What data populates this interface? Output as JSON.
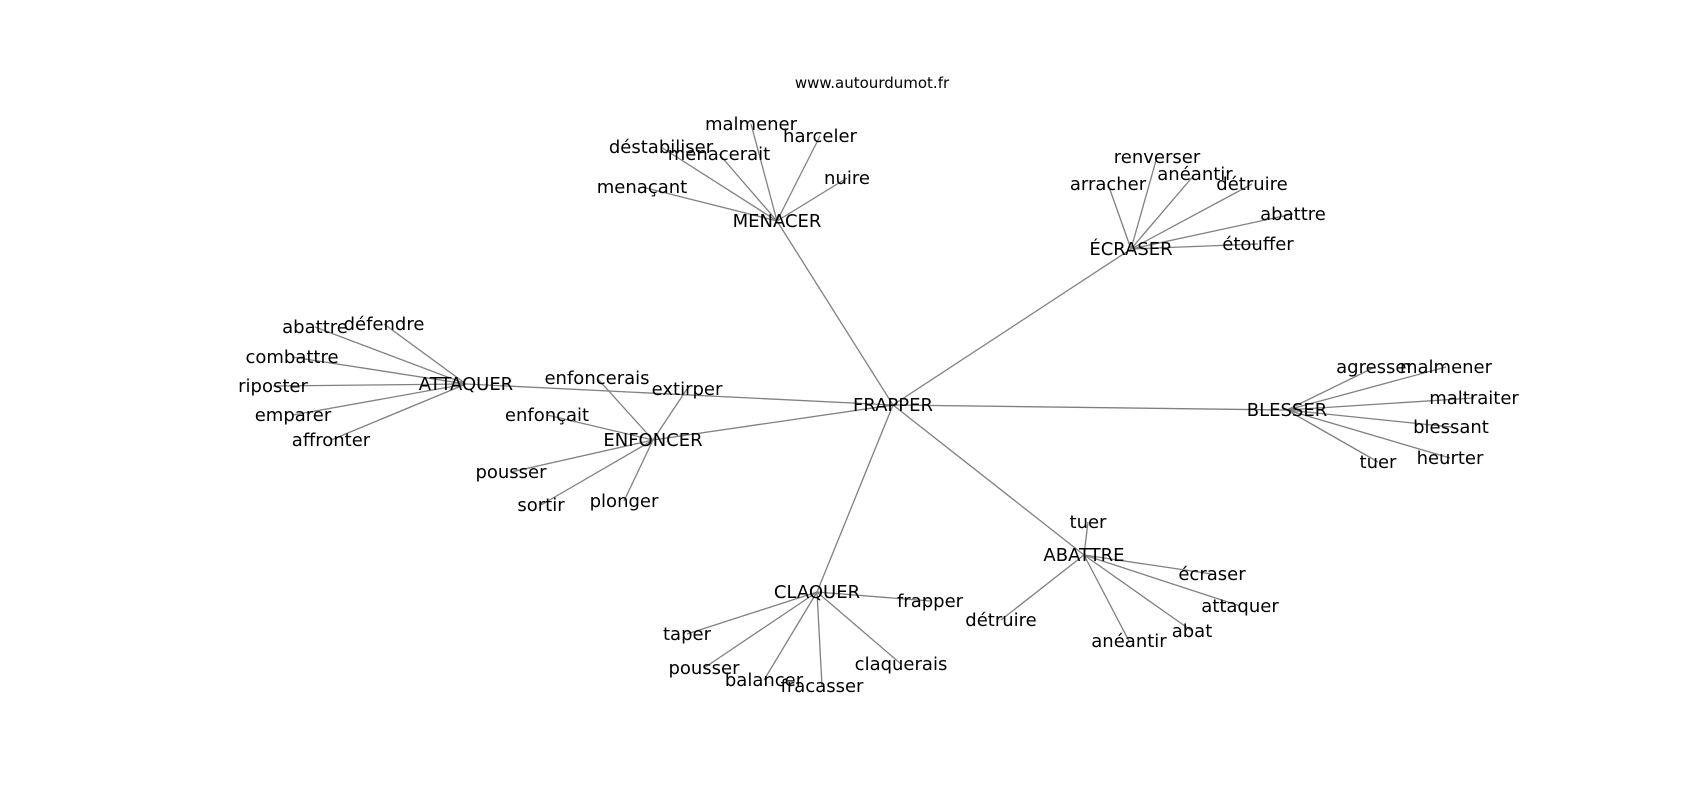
{
  "source": "www.autourdumot.fr",
  "colors": {
    "edge": "#808080",
    "text": "#000000",
    "background": "#ffffff"
  },
  "center": "FRAPPER",
  "clusters": [
    {
      "hub": "MENACER",
      "leaves": [
        "malmener",
        "déstabiliser",
        "menacerait",
        "harceler",
        "nuire",
        "menaçant"
      ]
    },
    {
      "hub": "ÉCRASER",
      "leaves": [
        "renverser",
        "arracher",
        "anéantir",
        "détruire",
        "abattre",
        "étouffer"
      ]
    },
    {
      "hub": "ATTAQUER",
      "leaves": [
        "abattre",
        "défendre",
        "combattre",
        "riposter",
        "emparer",
        "affronter"
      ]
    },
    {
      "hub": "ENFONCER",
      "leaves": [
        "enfoncerais",
        "extirper",
        "enfonçait",
        "pousser",
        "sortir",
        "plonger"
      ]
    },
    {
      "hub": "BLESSER",
      "leaves": [
        "agresser",
        "malmener",
        "maltraiter",
        "blessant",
        "heurter",
        "tuer"
      ]
    },
    {
      "hub": "CLAQUER",
      "leaves": [
        "frapper",
        "taper",
        "pousser",
        "balancer",
        "fracasser",
        "claquerais"
      ]
    },
    {
      "hub": "ABATTRE",
      "leaves": [
        "tuer",
        "écraser",
        "attaquer",
        "abat",
        "anéantir",
        "détruire"
      ]
    }
  ]
}
